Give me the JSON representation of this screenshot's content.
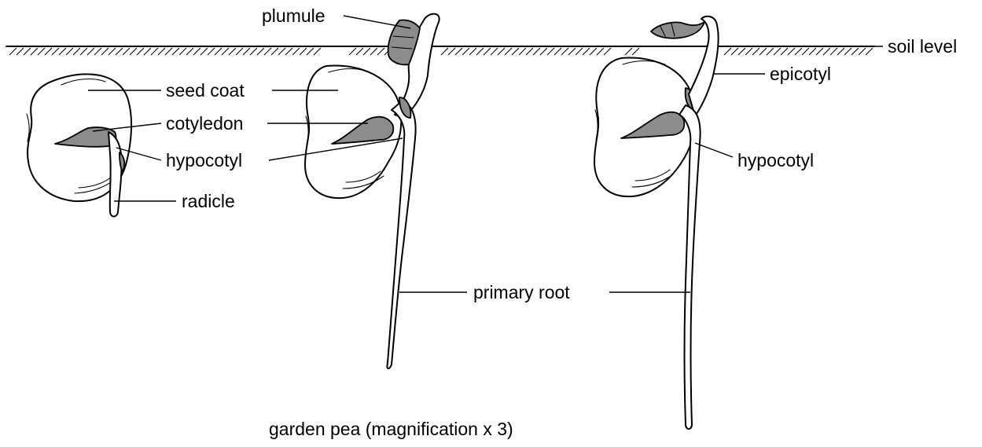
{
  "labels": {
    "plumule": "plumule",
    "soil_level": "soil level",
    "seed_coat": "seed coat",
    "epicotyl": "epicotyl",
    "cotyledon": "cotyledon",
    "hypocotyl_left": "hypocotyl",
    "hypocotyl_right": "hypocotyl",
    "radicle": "radicle",
    "primary_root": "primary root"
  },
  "caption": "garden pea (magnification x 3)",
  "colors": {
    "ink": "#000000",
    "cotyledon_fill": "#8c8c8c",
    "background": "#ffffff"
  }
}
